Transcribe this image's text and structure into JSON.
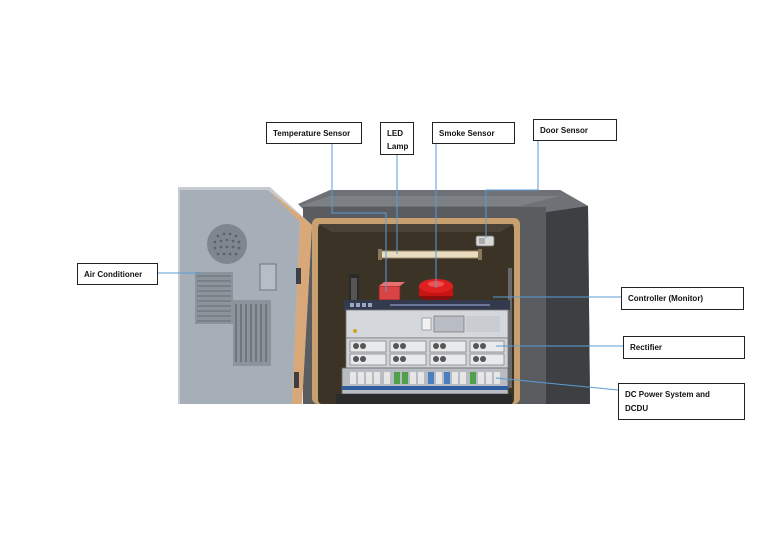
{
  "labels": {
    "temperature_sensor": "Temperature Sensor",
    "led_lamp_line1": "LED",
    "led_lamp_line2": "Lamp",
    "smoke_sensor": "Smoke Sensor",
    "door_sensor": "Door Sensor",
    "air_conditioner": "Air Conditioner",
    "controller": "Controller (Monitor)",
    "rectifier": "Rectifier",
    "dc_power_line1": "DC Power System and",
    "dc_power_line2": "DCDU"
  },
  "colors": {
    "leader_line": "#5b9bd5",
    "cabinet_frame": "#5e6063",
    "door_panel": "#9aa3ad",
    "door_seal": "#c8a070",
    "smoke_sensor": "#d41c1c",
    "temperature_sensor": "#d84444"
  }
}
